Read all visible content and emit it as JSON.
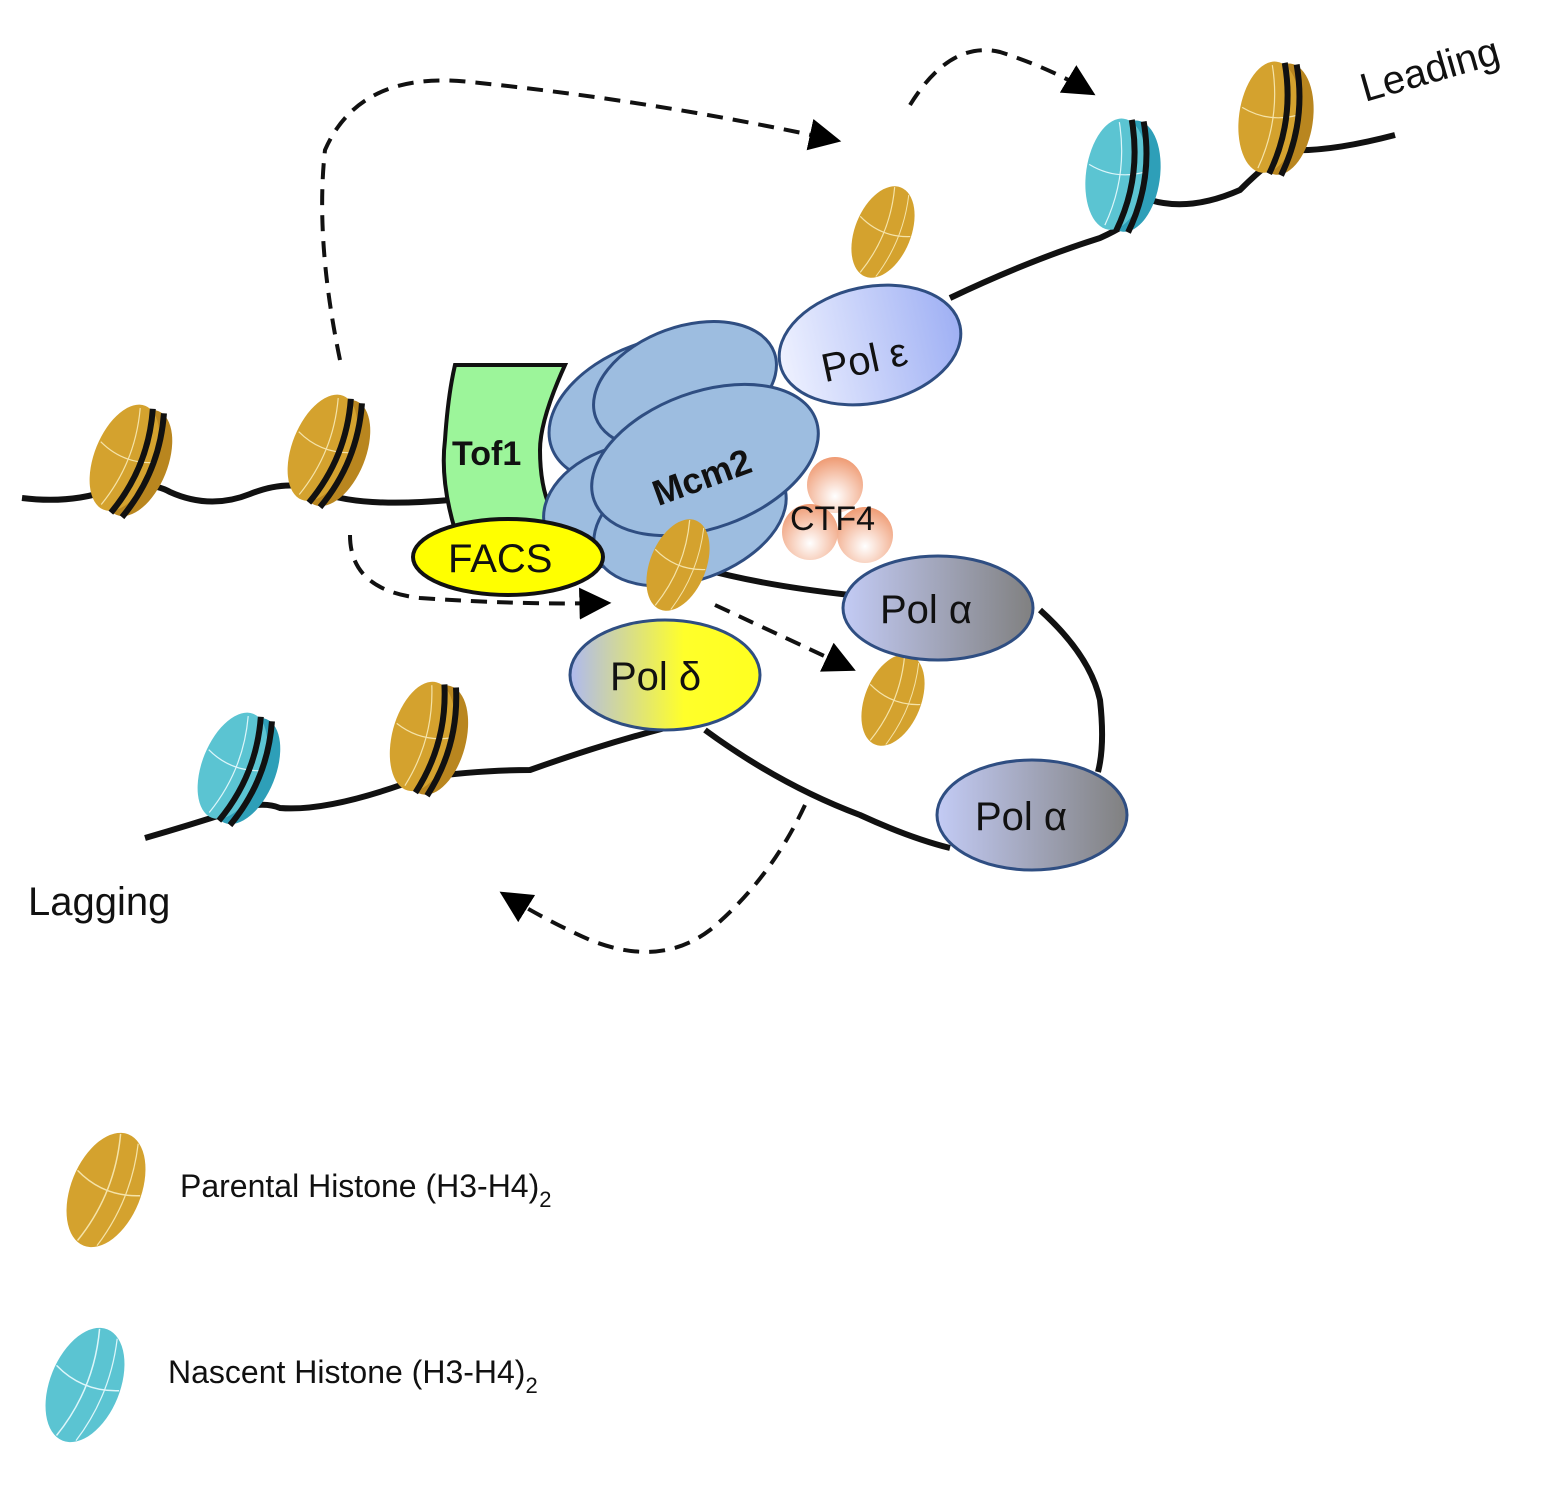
{
  "labels": {
    "leading": "Leading",
    "lagging": "Lagging",
    "tof1": "Tof1",
    "mcm2": "Mcm2",
    "ctf4": "CTF4",
    "facs": "FACS",
    "pol_epsilon": "Pol ε",
    "pol_delta": "Pol δ",
    "pol_alpha_1": "Pol α",
    "pol_alpha_2": "Pol α"
  },
  "legend": {
    "parental": {
      "label": "Parental Histone (H3-H4)",
      "subscript": "2",
      "color": "#D4A22E"
    },
    "nascent": {
      "label": "Nascent Histone (H3-H4)",
      "subscript": "2",
      "color": "#5BC4D2"
    }
  },
  "colors": {
    "parental_histone": "#D4A22E",
    "nascent_histone": "#5BC4D2",
    "tof1": "#9CF59A",
    "mcm": "#9DBDE0",
    "facs": "#FFFF00",
    "ctf4": "#F2A47F",
    "pol_epsilon": "#A9B8F5",
    "pol_delta": "#FFFF30",
    "pol_alpha": "#8A8A8A"
  }
}
